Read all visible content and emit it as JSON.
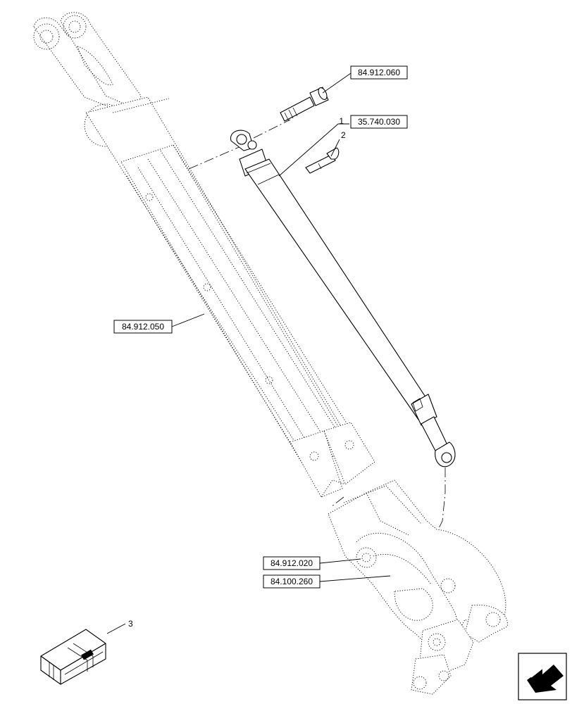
{
  "diagram": {
    "references": {
      "upper_boom_link": "84.912.060",
      "cylinder_kit": "35.740.030",
      "dipper_boom": "84.912.050",
      "pivot_link": "84.912.020",
      "mounting_bracket": "84.100.260"
    },
    "item_numbers": {
      "cylinder": "1",
      "pin": "2",
      "kit_box": "3"
    },
    "navigation_icon": "arrow-back-icon"
  }
}
